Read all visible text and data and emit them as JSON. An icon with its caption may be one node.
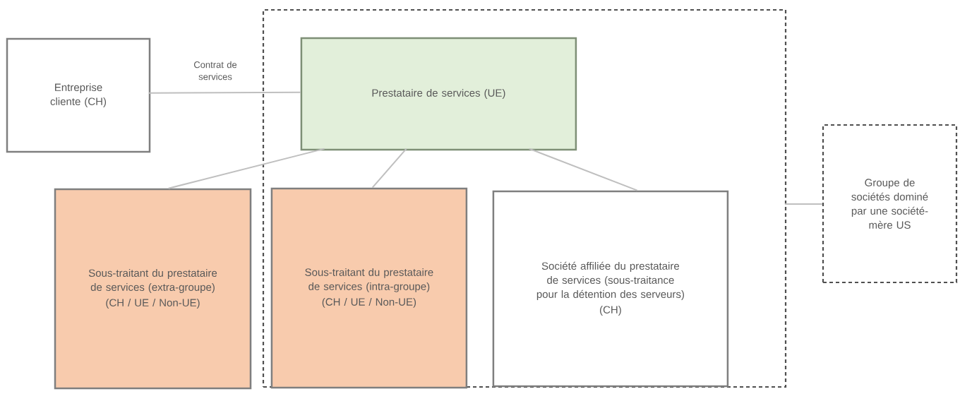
{
  "diagram": {
    "nodes": [
      {
        "text": [
          "Entreprise cliente (CH)"
        ]
      },
      {
        "text": [],
        "shape": "box"
      },
      {
        "text": [
          "Prestataire de services (UE)"
        ],
        "in": 1
      },
      {
        "text": [
          "Sous-traitant du prestataire de services (extra-groupe)",
          "(CH / UE / Non-UE)"
        ]
      },
      {
        "text": [
          "Sous-traitant du prestataire de services (intra-groupe)",
          "(CH / UE / Non-UE)"
        ],
        "in": 1
      },
      {
        "text": [
          "Société affiliée du prestataire de services (sous-traitance pour la détention des serveurs)",
          "(CH)"
        ],
        "in": 1
      },
      {
        "text": [
          "Groupe de sociétés dominé par une société-mère US"
        ]
      }
    ],
    "edges": [
      {
        "from": 0,
        "to": 2,
        "arrow": "none",
        "label": "Contrat de services"
      },
      {
        "from": 2,
        "to": 3,
        "arrow": "none"
      },
      {
        "from": 2,
        "to": 4,
        "arrow": "none"
      },
      {
        "from": 2,
        "to": 5,
        "arrow": "none"
      },
      {
        "from": 1,
        "to": 6,
        "arrow": "none"
      }
    ]
  }
}
